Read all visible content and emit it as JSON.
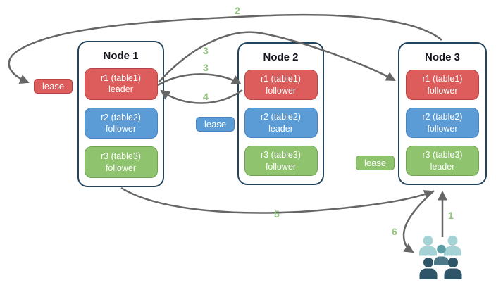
{
  "nodes": [
    {
      "title": "Node 1",
      "replicas": [
        {
          "label": "r1 (table1)",
          "role": "leader",
          "color": "red"
        },
        {
          "label": "r2 (table2)",
          "role": "follower",
          "color": "blue"
        },
        {
          "label": "r3 (table3)",
          "role": "follower",
          "color": "green"
        }
      ]
    },
    {
      "title": "Node 2",
      "replicas": [
        {
          "label": "r1 (table1)",
          "role": "follower",
          "color": "red"
        },
        {
          "label": "r2 (table2)",
          "role": "leader",
          "color": "blue"
        },
        {
          "label": "r3 (table3)",
          "role": "follower",
          "color": "green"
        }
      ]
    },
    {
      "title": "Node 3",
      "replicas": [
        {
          "label": "r1 (table1)",
          "role": "follower",
          "color": "red"
        },
        {
          "label": "r2 (table2)",
          "role": "follower",
          "color": "blue"
        },
        {
          "label": "r3 (table3)",
          "role": "leader",
          "color": "green"
        }
      ]
    }
  ],
  "leases": {
    "red": {
      "label": "lease",
      "color": "#dd5c5c"
    },
    "blue": {
      "label": "lease",
      "color": "#5c9cd6"
    },
    "green": {
      "label": "lease",
      "color": "#8fc36e"
    }
  },
  "steps": {
    "s1": "1",
    "s2": "2",
    "s3a": "3",
    "s3b": "3",
    "s4": "4",
    "s5": "5",
    "s6": "6"
  },
  "icons": {
    "clients": "people-group-icon"
  },
  "colors": {
    "replica_red": "#dd5c5c",
    "replica_red_border": "#b94444",
    "replica_blue": "#5c9cd6",
    "replica_blue_border": "#4583c4",
    "replica_green": "#8fc36e",
    "replica_green_border": "#6fa552",
    "node_border": "#23445d",
    "arrow": "#666666",
    "step_label": "#93c47d",
    "people_back": "#a5d2d4",
    "people_mid_head": "#5b9ea6",
    "people_mid_body": "#4c7888",
    "people_front": "#2f5568"
  }
}
